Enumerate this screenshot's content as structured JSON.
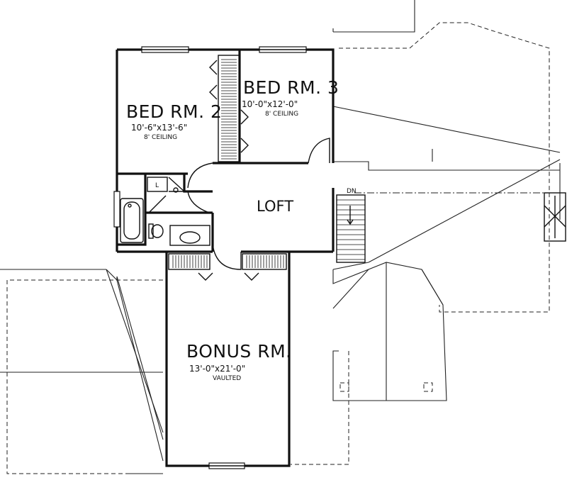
{
  "rooms": {
    "bed2": {
      "name": "BED RM. 2",
      "size": "10'-6\"x13'-6\"",
      "ceiling": "8' CEILING"
    },
    "bed3": {
      "name": "BED RM. 3",
      "size": "10'-0\"x12'-0\"",
      "ceiling": "8' CEILING"
    },
    "loft": {
      "name": "LOFT"
    },
    "bonus": {
      "name": "BONUS RM.",
      "size": "13'-0\"x21'-0\"",
      "ceiling": "VAULTED"
    }
  },
  "stair": {
    "label": "DN"
  },
  "laundry": {
    "label": "L"
  }
}
